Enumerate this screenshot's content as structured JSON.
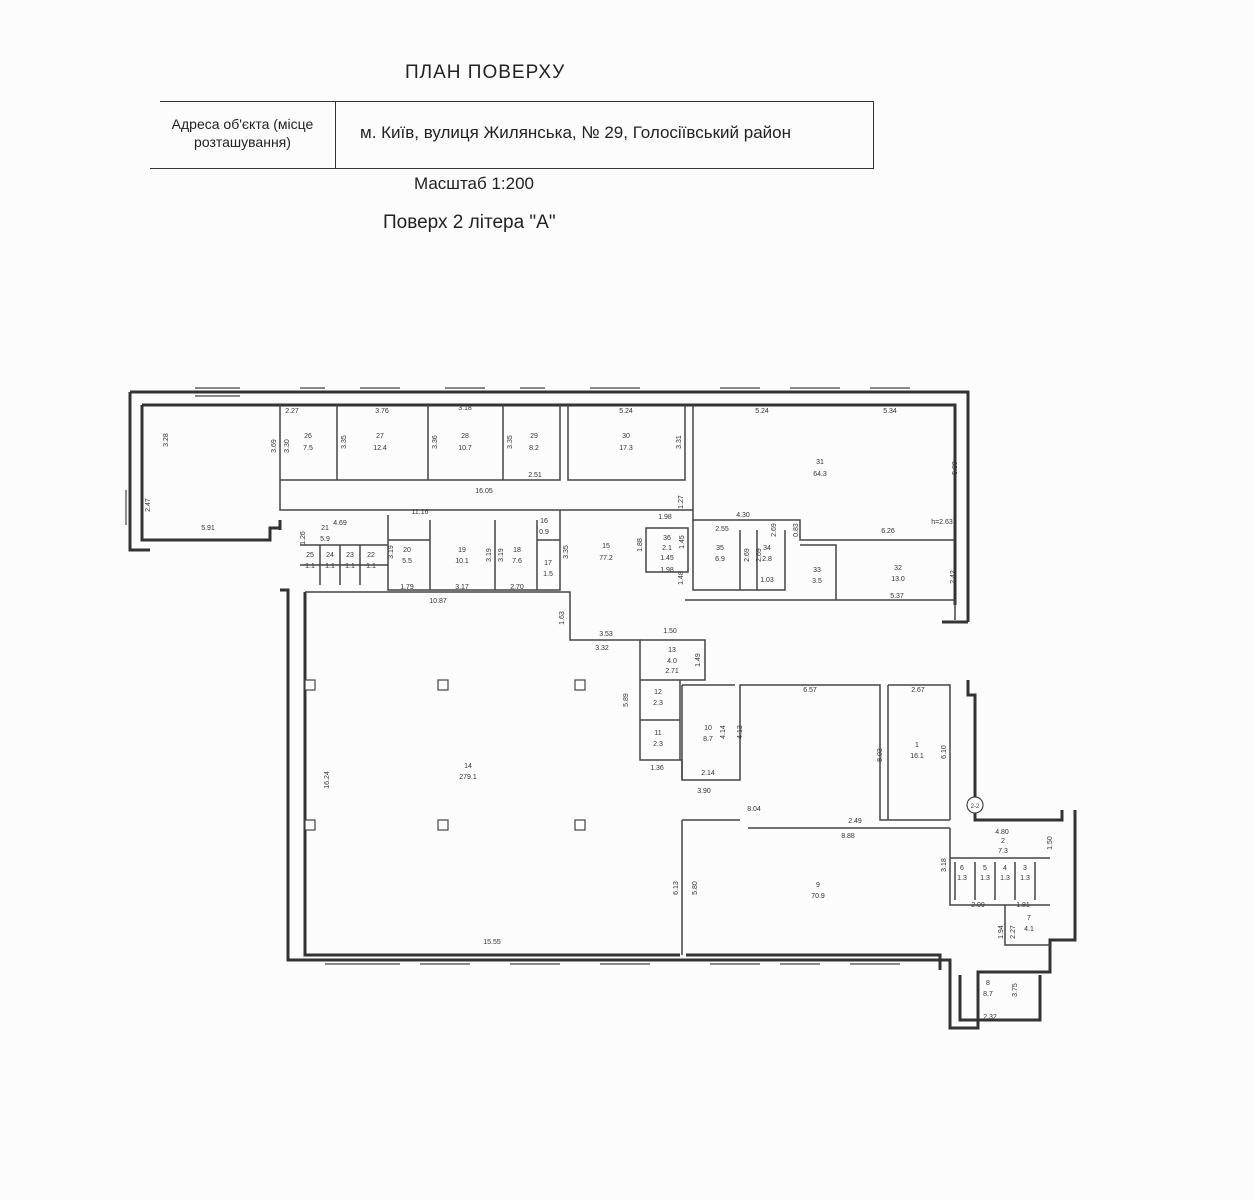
{
  "document": {
    "title": "ПЛАН ПОВЕРХУ",
    "address_label": "Адреса об'єкта (місце розташування)",
    "address_value": "м. Київ, вулиця Жилянська, № 29, Голосіївський район",
    "scale": "Масштаб 1:200",
    "floor": "Поверх 2 літера \"А\""
  },
  "rooms": [
    {
      "no": "26",
      "area": "7.5"
    },
    {
      "no": "27",
      "area": "12.4"
    },
    {
      "no": "28",
      "area": "10.7"
    },
    {
      "no": "29",
      "area": "8.2"
    },
    {
      "no": "30",
      "area": "17.3"
    },
    {
      "no": "31",
      "area": "64.3"
    },
    {
      "no": "21",
      "area": "5.9"
    },
    {
      "no": "20",
      "area": "5.5"
    },
    {
      "no": "19",
      "area": "10.1"
    },
    {
      "no": "18",
      "area": "7.6"
    },
    {
      "no": "16",
      "area": "0.9"
    },
    {
      "no": "17",
      "area": "1.5"
    },
    {
      "no": "15",
      "area": "77.2"
    },
    {
      "no": "36",
      "area": "2.1"
    },
    {
      "no": "35",
      "area": "6.9"
    },
    {
      "no": "34",
      "area": "2.8"
    },
    {
      "no": "33",
      "area": "3.5"
    },
    {
      "no": "32",
      "area": "13.0"
    },
    {
      "no": "13",
      "area": "4.0"
    },
    {
      "no": "12",
      "area": "2.3"
    },
    {
      "no": "11",
      "area": "2.3"
    },
    {
      "no": "10",
      "area": "8.7"
    },
    {
      "no": "14",
      "area": "279.1"
    },
    {
      "no": "1",
      "area": "16.1"
    },
    {
      "no": "2",
      "area": "7.3"
    },
    {
      "no": "9",
      "area": "70.9"
    },
    {
      "no": "7",
      "area": "4.1"
    },
    {
      "no": "8",
      "area": "8.7"
    },
    {
      "no": "6",
      "area": "1.3"
    },
    {
      "no": "5",
      "area": "1.3"
    },
    {
      "no": "4",
      "area": "1.3"
    },
    {
      "no": "3",
      "area": "1.3"
    },
    {
      "no": "25",
      "area": "1.1"
    },
    {
      "no": "24",
      "area": "1.1"
    },
    {
      "no": "23",
      "area": "1.1"
    },
    {
      "no": "22",
      "area": "1.1"
    }
  ],
  "dims": {
    "d227": "2.27",
    "d376": "3.76",
    "d318": "3.18",
    "d524a": "5.24",
    "d524b": "5.24",
    "d534": "5.34",
    "d328": "3.28",
    "d369": "3.69",
    "d330": "3.30",
    "d335a": "3.35",
    "d336": "3.36",
    "d335b": "3.35",
    "d331": "3.31",
    "d580": "5.80",
    "d247": "2.47",
    "d591": "5.91",
    "d251": "2.51",
    "d1605": "16.05",
    "d127": "1.27",
    "d198a": "1.98",
    "d430": "4.30",
    "d255": "2.55",
    "d269a": "2.69",
    "d083": "0.83",
    "d626": "6.26",
    "dh": "h=2.63",
    "d1116": "11.16",
    "d469": "4.69",
    "d126": "1.26",
    "d319a": "3.19",
    "d319b": "3.19",
    "d319c": "3.19",
    "d335c": "3.35",
    "d188": "1.88",
    "d145a": "1.45",
    "d145b": "1.45",
    "d198b": "1.98",
    "d148": "1.48",
    "d269b": "2.69",
    "d269c": "2.69",
    "d103": "1.03",
    "d242": "2.42",
    "d537": "5.37",
    "d179": "1.79",
    "d317": "3.17",
    "d270": "2.70",
    "d1087": "10.87",
    "d163": "1.63",
    "d353": "3.53",
    "d332": "3.32",
    "d150a": "1.50",
    "d149": "1.49",
    "d271": "2.71",
    "d589": "5.89",
    "d657": "6.57",
    "d267": "2.67",
    "d414": "4.14",
    "d413": "4.13",
    "d803": "8.03",
    "d610": "6.10",
    "d136": "1.36",
    "d214": "2.14",
    "d390": "3.90",
    "d1624": "16.24",
    "d804": "8.04",
    "d249": "2.49",
    "d888": "8.88",
    "d480": "4.80",
    "d150b": "1.50",
    "d318b": "3.18",
    "d613": "6.13",
    "d580b": "5.80",
    "d209": "2.09",
    "d181": "1.81",
    "d194": "1.94",
    "d227b": "2.27",
    "d1555": "15.55",
    "d375": "3.75",
    "d232": "2.32",
    "stair": "2-2"
  }
}
